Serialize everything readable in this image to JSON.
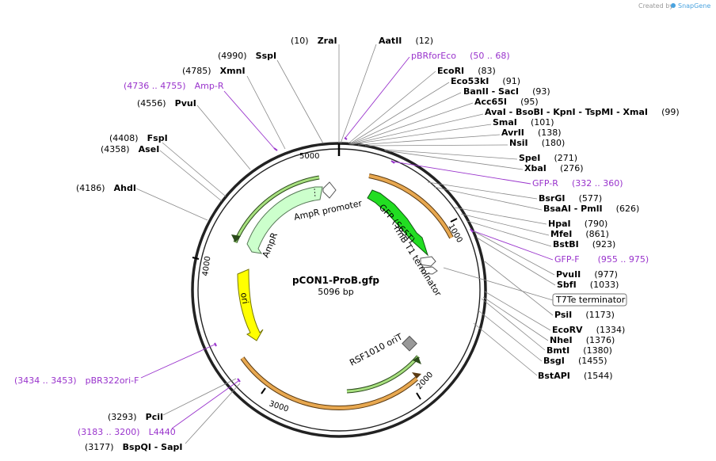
{
  "watermark": {
    "prefix": "Created by",
    "brand": "SnapGene"
  },
  "plasmid": {
    "name": "pCON1-ProB.gfp",
    "length": "5096 bp"
  },
  "ticks": [
    "5000",
    "1000",
    "2000",
    "3000",
    "4000"
  ],
  "features": {
    "gfp": "GFP (S65T)",
    "rrnb": "rrnB T1 terminator",
    "ampr_promoter": "AmpR promoter",
    "ampr": "AmpR",
    "ori": "ori",
    "rsf": "RSF1010 oriT",
    "t7te": "T7Te terminator"
  },
  "colors": {
    "gfp": "#22dd22",
    "ampr": "#ccffcc",
    "ori": "#ffff00",
    "primer": "#9933cc",
    "arc": "#e8a850"
  },
  "sites_right": [
    {
      "name": "AatII",
      "pos": "(12)"
    },
    {
      "name": "pBRforEco",
      "pos": "(50 .. 68)",
      "primer": true
    },
    {
      "name": "EcoRI",
      "pos": "(83)"
    },
    {
      "name": "Eco53kI",
      "pos": "(91)"
    },
    {
      "name": "BanII  -  SacI",
      "pos": "(93)"
    },
    {
      "name": "Acc65I",
      "pos": "(95)"
    },
    {
      "name": "AvaI  -  BsoBI  -  KpnI  -  TspMI  -  XmaI",
      "pos": "(99)"
    },
    {
      "name": "SmaI",
      "pos": "(101)"
    },
    {
      "name": "AvrII",
      "pos": "(138)"
    },
    {
      "name": "NsiI",
      "pos": "(180)"
    },
    {
      "name": "SpeI",
      "pos": "(271)"
    },
    {
      "name": "XbaI",
      "pos": "(276)"
    },
    {
      "name": "GFP-R",
      "pos": "(332 .. 360)",
      "primer": true
    },
    {
      "name": "BsrGI",
      "pos": "(577)"
    },
    {
      "name": "BsaAI  -  PmlI",
      "pos": "(626)"
    },
    {
      "name": "HpaI",
      "pos": "(790)"
    },
    {
      "name": "MfeI",
      "pos": "(861)"
    },
    {
      "name": "BstBI",
      "pos": "(923)"
    },
    {
      "name": "GFP-F",
      "pos": "(955 .. 975)",
      "primer": true
    },
    {
      "name": "PvuII",
      "pos": "(977)"
    },
    {
      "name": "SbfI",
      "pos": "(1033)"
    },
    {
      "name": "PsiI",
      "pos": "(1173)"
    },
    {
      "name": "EcoRV",
      "pos": "(1334)"
    },
    {
      "name": "NheI",
      "pos": "(1376)"
    },
    {
      "name": "BmtI",
      "pos": "(1380)"
    },
    {
      "name": "BsgI",
      "pos": "(1455)"
    },
    {
      "name": "BstAPI",
      "pos": "(1544)"
    }
  ],
  "sites_left": [
    {
      "name": "ZraI",
      "pos": "(10)"
    },
    {
      "name": "SspI",
      "pos": "(4990)"
    },
    {
      "name": "XmnI",
      "pos": "(4785)"
    },
    {
      "name": "Amp-R",
      "pos": "(4736 .. 4755)",
      "primer": true
    },
    {
      "name": "PvuI",
      "pos": "(4556)"
    },
    {
      "name": "FspI",
      "pos": "(4408)"
    },
    {
      "name": "AseI",
      "pos": "(4358)"
    },
    {
      "name": "AhdI",
      "pos": "(4186)"
    },
    {
      "name": "pBR322ori-F",
      "pos": "(3434 .. 3453)",
      "primer": true
    },
    {
      "name": "PciI",
      "pos": "(3293)"
    },
    {
      "name": "L4440",
      "pos": "(3183 .. 3200)",
      "primer": true
    },
    {
      "name": "BspQI  -  SapI",
      "pos": "(3177)"
    }
  ]
}
